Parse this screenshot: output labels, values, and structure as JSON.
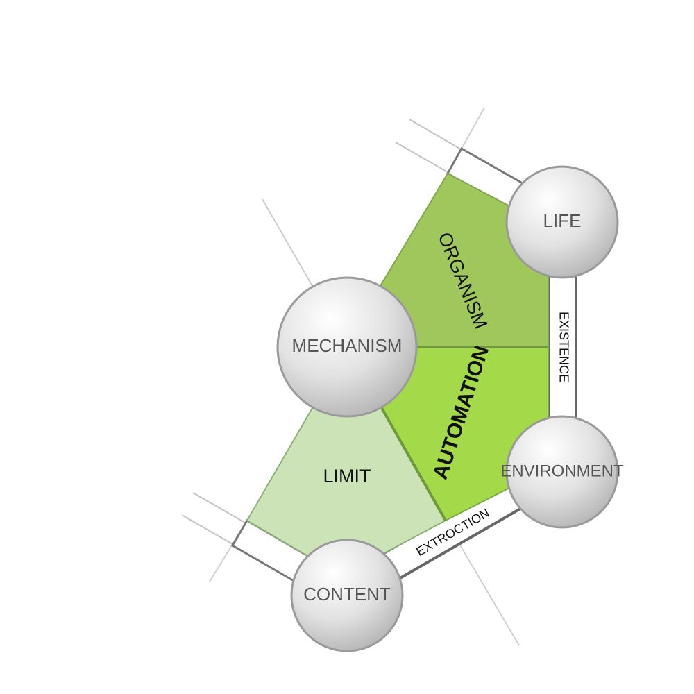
{
  "diagram": {
    "nodes": {
      "mechanism": "MECHANISM",
      "life": "LIFE",
      "environment": "ENVIRONMENT",
      "content": "CONTENT"
    },
    "segments": {
      "organism": "ORGANISM",
      "automation": "AUTOMATION",
      "limit": "LIMIT"
    },
    "bands": {
      "existence": "EXISTENCE",
      "extroction": "EXTROCTION"
    },
    "colors": {
      "organism_fill": "#a0c75c",
      "automation_fill": "#a4d94a",
      "limit_fill": "#cbe3b6",
      "segment_border": "#6e9a3a",
      "band_border": "#666666",
      "node_fill": "#e6e6e6",
      "node_border": "#9a9a9a"
    }
  }
}
